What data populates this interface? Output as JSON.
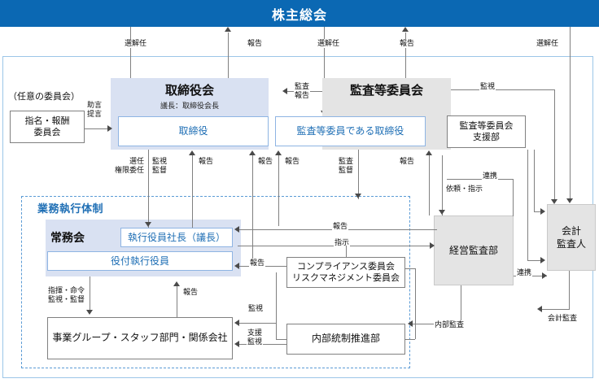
{
  "banner": {
    "title": "株主総会"
  },
  "frames": {
    "exec_system_title": "業務執行体制",
    "optional_committee_label": "（任意の委員会）"
  },
  "boxes": {
    "nomination_committee": "指名・報酬\n委員会",
    "board_of_directors": "取締役会",
    "board_chair_note": "議長：取締役会長",
    "director": "取締役",
    "audit_committee": "監査等委員会",
    "audit_committee_director": "監査等委員である取締役",
    "audit_support_dept": "監査等委員会\n支援部",
    "accounting_auditor": "会計\n監査人",
    "executive_committee": "常務会",
    "president": "執行役員社長（議長）",
    "senior_executive_officers": "役付執行役員",
    "business_groups": "事業グループ・スタッフ部門・関係会社",
    "compliance_risk_committees": "コンプライアンス委員会\nリスクマネジメント委員会",
    "internal_control_dept": "内部統制推進部",
    "management_audit_dept": "経営監査部"
  },
  "labels": {
    "appoint_dismiss_1": "選解任",
    "report_1": "報告",
    "appoint_dismiss_2": "選解任",
    "report_2": "報告",
    "appoint_dismiss_3": "選解任",
    "advice_proposal": "助言\n提言",
    "audit_report": "監査\n報告",
    "monitor_top": "監視",
    "appoint_delegate": "選任\n権限委任",
    "supervise_monitor": "監視\n監督",
    "report_3": "報告",
    "report_4": "報告",
    "report_5": "報告",
    "audit_supervise": "監査\n監督",
    "report_6": "報告",
    "cooperation_1": "連携",
    "request_instruct": "依頼・指示",
    "report_7": "報告",
    "instruct": "指示",
    "report_8": "報告",
    "command_supervise": "指揮・命令\n監視・監督",
    "report_9": "報告",
    "monitor_2": "監視",
    "support_monitor": "支援\n監視",
    "internal_audit": "内部監査",
    "cooperation_2": "連携",
    "accounting_audit": "会計監査"
  },
  "colors": {
    "banner_blue": "#0b68b3",
    "panel_blue": "#d9e1f2",
    "panel_gray": "#e4e4e4",
    "accent_text_blue": "#1f6fb5",
    "frame_blue": "#9cc6e8",
    "dashed_blue": "#5b9bd5",
    "line_gray": "#808080"
  }
}
